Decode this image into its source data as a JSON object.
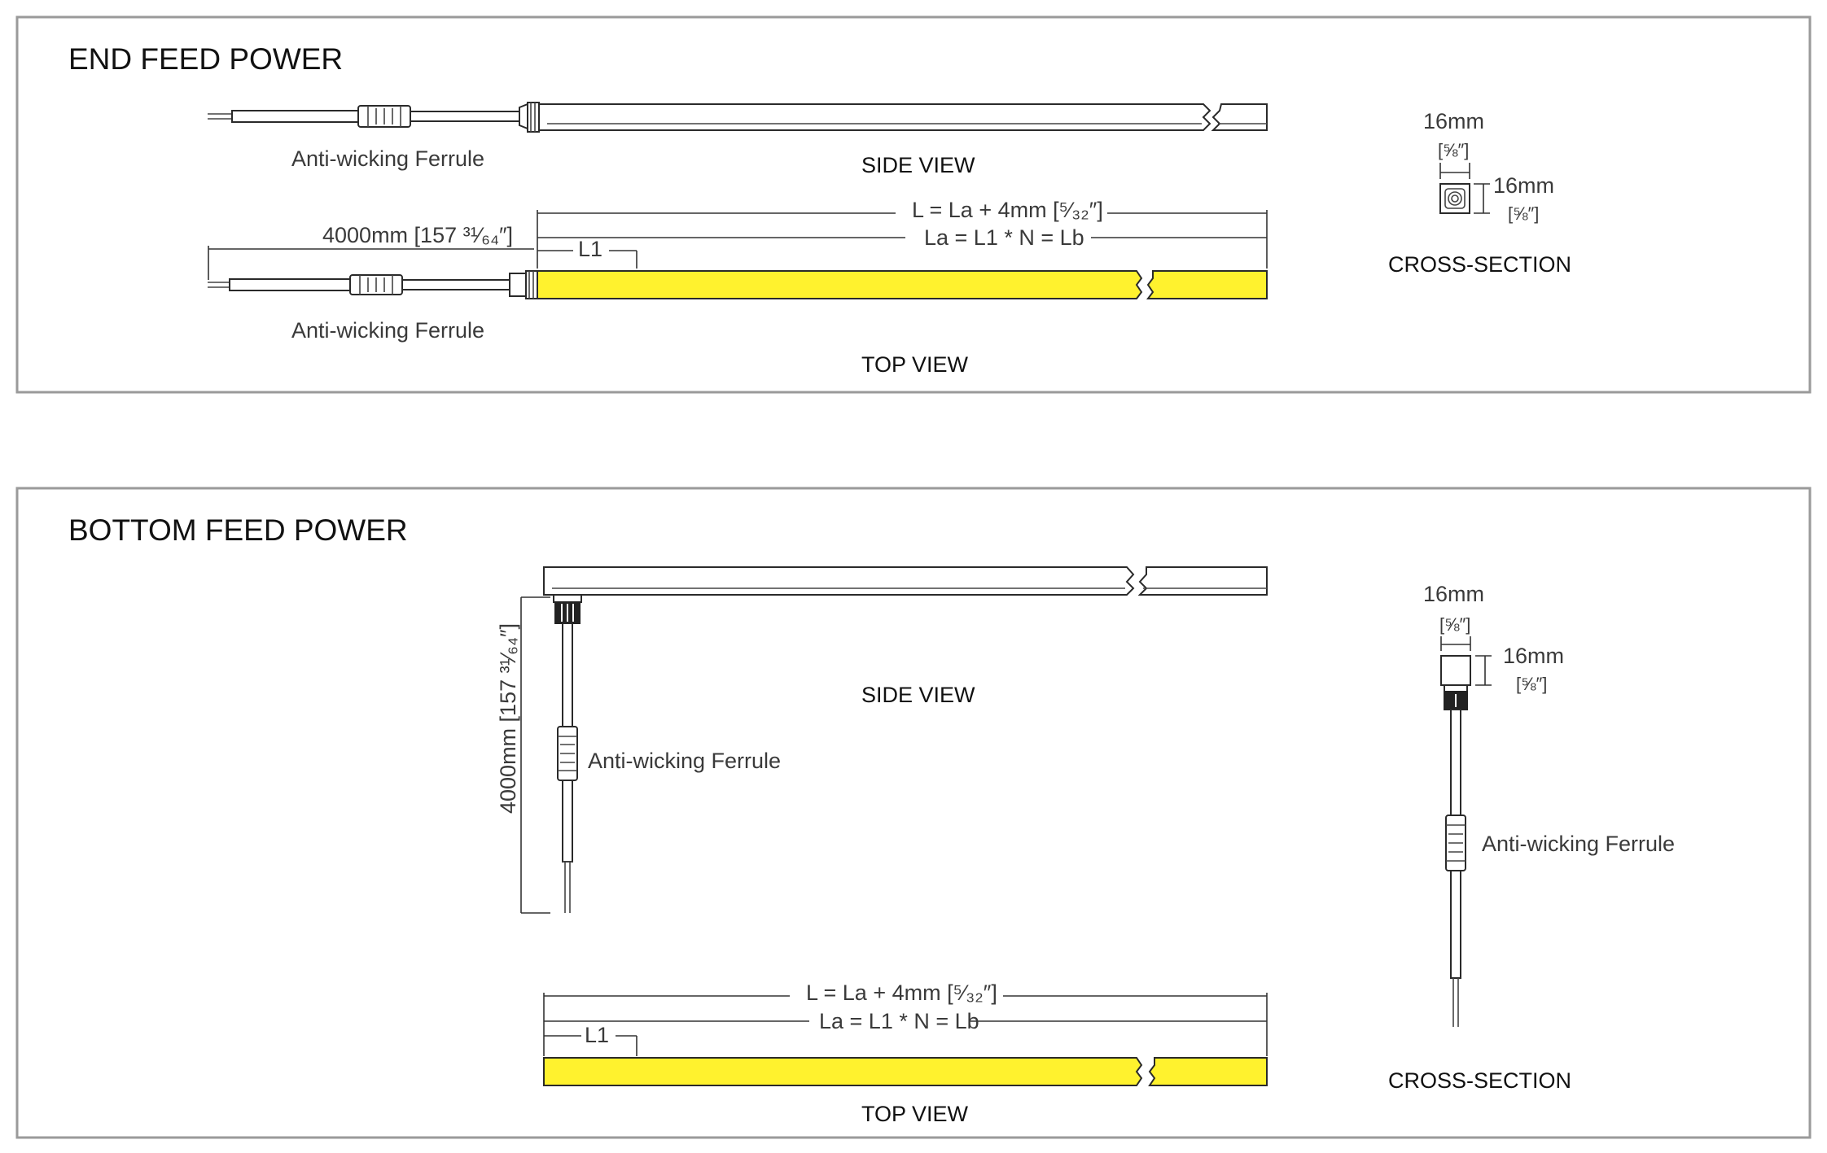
{
  "colors": {
    "led": "#fff22e",
    "frame": "#9a9a9a",
    "line": "#2a2a2a",
    "text": "#111111"
  },
  "end_feed": {
    "title": "END FEED POWER",
    "side_view": "SIDE VIEW",
    "top_view": "TOP VIEW",
    "ferrule_side": "Anti-wicking Ferrule",
    "ferrule_top": "Anti-wicking Ferrule",
    "cable_length": "4000mm [157 ³¹⁄₆₄″]",
    "length_formula": "L = La + 4mm [⁵⁄₃₂″]",
    "la_formula": "La = L1 * N = Lb",
    "l1": "L1",
    "cross_section": {
      "title": "CROSS-SECTION",
      "width_mm": "16mm",
      "width_in": "[⅝″]",
      "height_mm": "16mm",
      "height_in": "[⅝″]"
    }
  },
  "bottom_feed": {
    "title": "BOTTOM FEED POWER",
    "side_view": "SIDE VIEW",
    "top_view": "TOP VIEW",
    "ferrule_side": "Anti-wicking Ferrule",
    "cable_length": "4000mm [157 ³¹⁄₆₄″]",
    "length_formula": "L = La + 4mm [⁵⁄₃₂″]",
    "la_formula": "La = L1 * N = Lb",
    "l1": "L1",
    "cross_section": {
      "title": "CROSS-SECTION",
      "width_mm": "16mm",
      "width_in": "[⅝″]",
      "height_mm": "16mm",
      "height_in": "[⅝″]",
      "ferrule": "Anti-wicking Ferrule"
    }
  }
}
